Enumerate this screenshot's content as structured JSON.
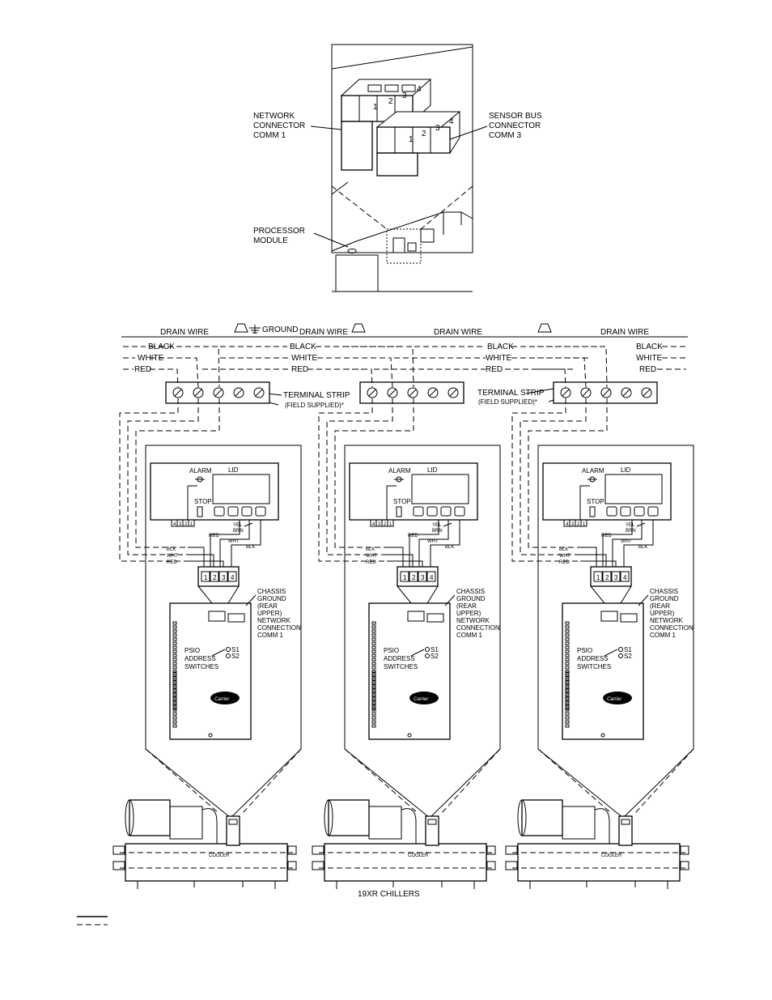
{
  "detail": {
    "network_connector": [
      "NETWORK",
      "CONNECTOR",
      "COMM 1"
    ],
    "sensor_bus_connector": [
      "SENSOR BUS",
      "CONNECTOR",
      "COMM 3"
    ],
    "processor_module": [
      "PROCESSOR",
      "MODULE"
    ],
    "pin_numbers": [
      "1",
      "2",
      "3",
      "4"
    ]
  },
  "bus": {
    "ground_label": "GROUND",
    "drain_wire_label": "DRAIN WIRE",
    "black_label": "BLACK",
    "white_label": "WHITE",
    "red_label": "RED",
    "terminal_strip_label": "TERMINAL STRIP",
    "field_supplied_label": "(FIELD SUPPLIED)*"
  },
  "panel": {
    "alarm_label": "ALARM",
    "lid_label": "LID",
    "stop_label": "STOP",
    "yel_label": "YEL",
    "brn_label": "BRN",
    "red_label": "RED",
    "wht_label": "WHT",
    "blk_label": "BLK",
    "plug_pins": [
      "1",
      "2",
      "3",
      "4"
    ],
    "small_pins": [
      "4",
      "3",
      "2",
      "1"
    ],
    "chassis_ground_lines": [
      "CHASSIS",
      "GROUND",
      "(REAR",
      "UPPER)",
      "NETWORK",
      "CONNECTION",
      "COMM 1"
    ],
    "psio_label": "PSIO",
    "address_label": "ADDRESS",
    "switches_label": "SWITCHES",
    "s1_label": "S1",
    "s2_label": "S2",
    "brand_label": "Carrier",
    "cooler_label": "COOLER"
  },
  "chillers_label": "19XR CHILLERS"
}
